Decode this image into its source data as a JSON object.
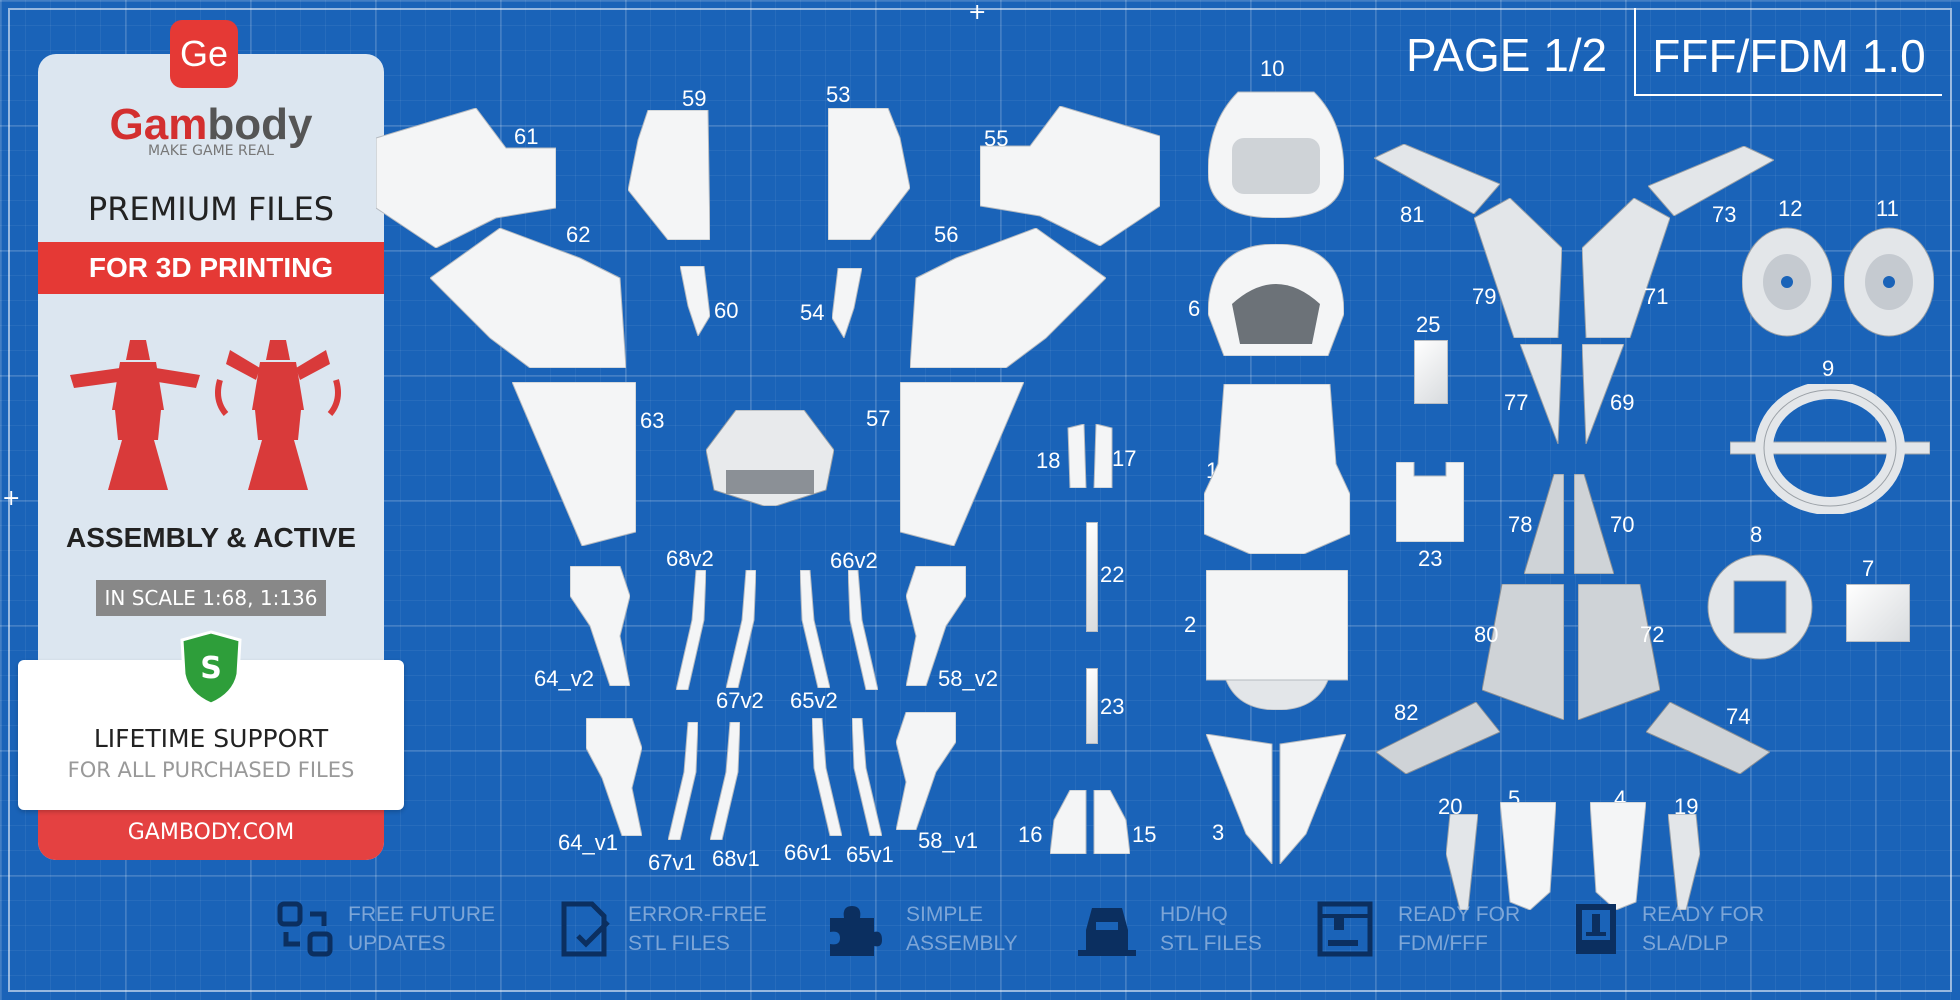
{
  "brand": {
    "logo": "Ge",
    "name_part1": "Gam",
    "name_part2": "body",
    "tagline": "MAKE GAME REAL",
    "premium": "PREMIUM FILES",
    "printing": "FOR 3D PRINTING",
    "assembly": "ASSEMBLY & ACTIVE",
    "scale": "IN SCALE 1:68, 1:136",
    "shield_letter": "S",
    "support": "LIFETIME SUPPORT",
    "support_sub": "FOR ALL PURCHASED FILES",
    "site": "GAMBODY.COM"
  },
  "header": {
    "page": "PAGE 1/2",
    "format": "FFF/FDM 1.0"
  },
  "parts": {
    "p61": "61",
    "p59": "59",
    "p53": "53",
    "p55": "55",
    "p62": "62",
    "p56": "56",
    "p60": "60",
    "p54": "54",
    "p63": "63",
    "p57": "57",
    "p68v2": "68v2",
    "p66v2": "66v2",
    "p64_v2": "64_v2",
    "p67v2": "67v2",
    "p65v2": "65v2",
    "p58_v2": "58_v2",
    "p64_v1": "64_v1",
    "p67v1": "67v1",
    "p68v1": "68v1",
    "p66v1": "66v1",
    "p65v1": "65v1",
    "p58_v1": "58_v1",
    "p18": "18",
    "p17": "17",
    "p22": "22",
    "p23a": "23",
    "p16": "16",
    "p15": "15",
    "p10": "10",
    "p6": "6",
    "p1": "1",
    "p2": "2",
    "p3": "3",
    "p25": "25",
    "p23b": "23",
    "p81": "81",
    "p73": "73",
    "p79": "79",
    "p71": "71",
    "p77": "77",
    "p69": "69",
    "p78": "78",
    "p70": "70",
    "p80": "80",
    "p72": "72",
    "p82": "82",
    "p74": "74",
    "p20": "20",
    "p5": "5",
    "p4": "4",
    "p19": "19",
    "p12": "12",
    "p11": "11",
    "p9": "9",
    "p8": "8",
    "p7": "7"
  },
  "features": [
    {
      "line1": "FREE FUTURE",
      "line2": "UPDATES"
    },
    {
      "line1": "ERROR-FREE",
      "line2": "STL FILES"
    },
    {
      "line1": "SIMPLE",
      "line2": "ASSEMBLY"
    },
    {
      "line1": "HD/HQ",
      "line2": "STL FILES"
    },
    {
      "line1": "READY FOR",
      "line2": "FDM/FFF"
    },
    {
      "line1": "READY FOR",
      "line2": "SLA/DLP"
    }
  ],
  "colors": {
    "background": "#1a63b8",
    "accent": "#e53935",
    "shield": "#2e9e3a"
  }
}
